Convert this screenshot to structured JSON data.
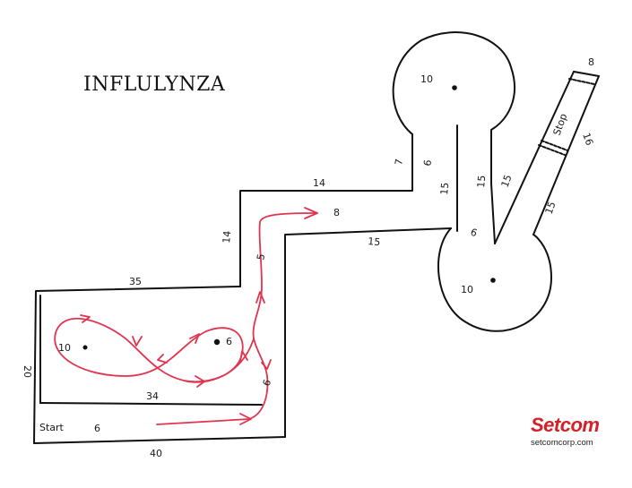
{
  "title": "INFLULYNZA",
  "labels": {
    "start": "Start",
    "stop": "Stop",
    "m35": "35",
    "m14a": "14",
    "m14b": "14",
    "m7": "7",
    "m6a": "6",
    "m15a": "15",
    "m15b": "15",
    "m15c": "15",
    "m15d": "15",
    "m15e": "15",
    "m8a": "8",
    "m8b": "8",
    "m16": "16",
    "m10a": "10",
    "m10b": "10",
    "m10c": "10",
    "m6b": "6",
    "m6c": "6",
    "m6d": "6",
    "m5": "5",
    "m20": "20",
    "m34": "34",
    "m40": "40"
  },
  "brand": {
    "name": "Setcom",
    "url": "setcomcorp.com",
    "color": "#d62028"
  },
  "colors": {
    "outline": "#111111",
    "path": "#e0344f"
  }
}
